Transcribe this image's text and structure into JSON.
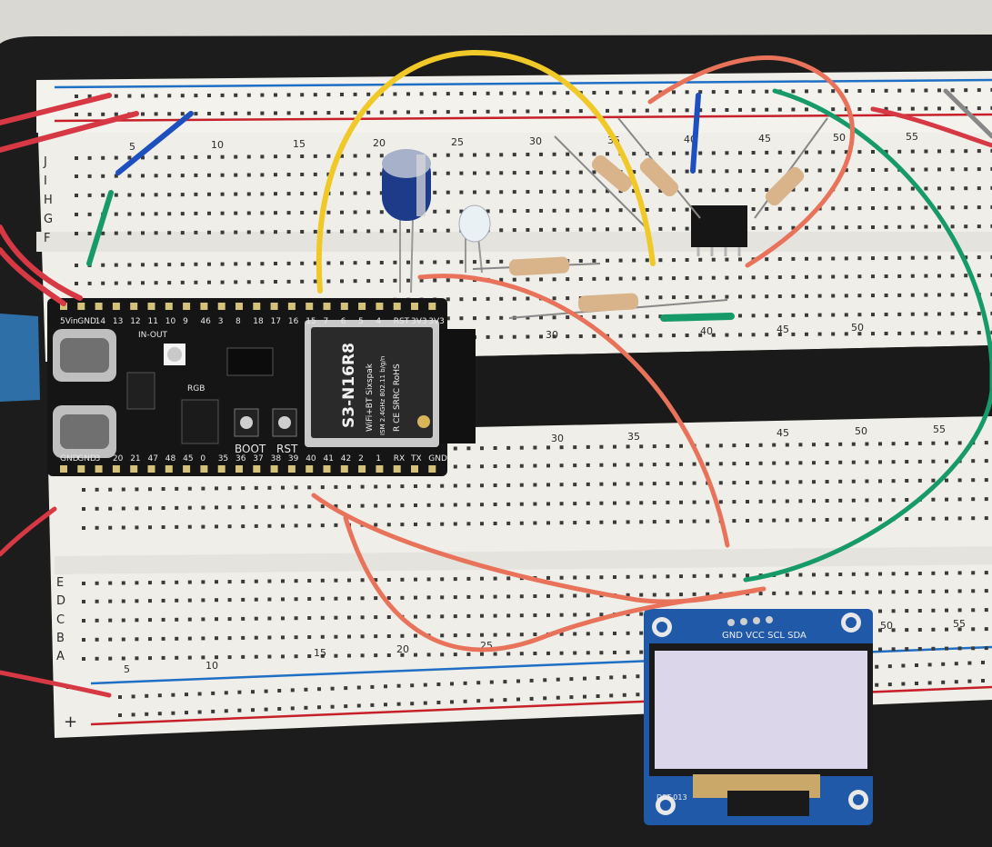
{
  "module": {
    "name": "S3-N16R8",
    "line1": "WiFi+BT Sixspak",
    "line2": "ISM 2.4GHz 802.11 b/g/n",
    "line3": "R CE SRRC RoHS",
    "rgb_label": "RGB",
    "in_out_label": "IN-OUT",
    "boot_label": "BOOT",
    "rst_label": "RST",
    "top_pins": [
      "5Vin",
      "GND",
      "14",
      "13",
      "12",
      "11",
      "10",
      "9",
      "46",
      "3",
      "8",
      "18",
      "17",
      "16",
      "15",
      "7",
      "6",
      "5",
      "4",
      "RST",
      "3V3",
      "3V3"
    ],
    "bottom_pins": [
      "GND",
      "GND",
      "3",
      "20",
      "21",
      "47",
      "48",
      "45",
      "0",
      "35",
      "36",
      "37",
      "38",
      "39",
      "40",
      "41",
      "42",
      "2",
      "1",
      "RX",
      "TX",
      "GND"
    ]
  },
  "oled": {
    "pin_label": "GND VCC SCL SDA",
    "part_label": "DST-013"
  },
  "breadboard": {
    "col_numbers": [
      "5",
      "10",
      "15",
      "20",
      "25",
      "30",
      "35",
      "40",
      "45",
      "50",
      "55"
    ],
    "row_letters_top": [
      "J",
      "I",
      "H",
      "G",
      "F"
    ],
    "row_letters_bottom": [
      "E",
      "D",
      "C",
      "B",
      "A"
    ],
    "plus_label": "+",
    "minus_label": "-"
  },
  "colors": {
    "board": "#f1f0ea",
    "frame": "#1e1e1e",
    "rail_red": "#c8202a",
    "rail_blue": "#1f6fc4",
    "esp_board": "#161616",
    "oled_pcb": "#1f59a8",
    "oled_screen": "#dcd6ea",
    "wire_red": "#d63844",
    "wire_yellow": "#f0c928",
    "wire_green": "#169a6a",
    "wire_blue": "#1d4fbf",
    "wire_orange": "#e8735a"
  }
}
